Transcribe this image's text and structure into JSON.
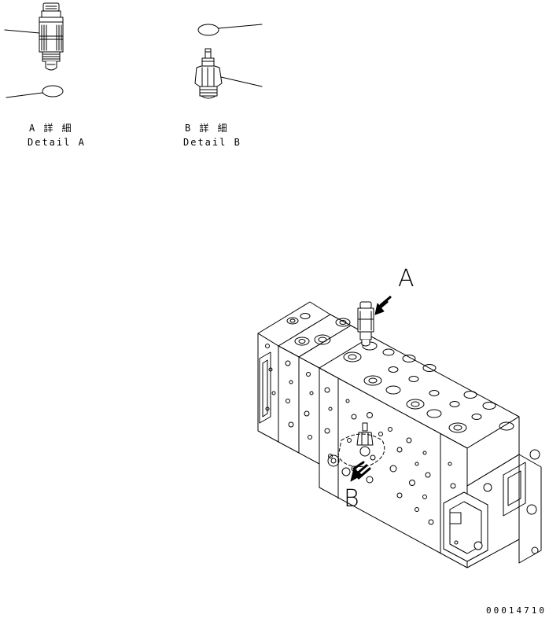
{
  "detail_a": {
    "title_jp": "A 詳 細",
    "title_en": "Detail A"
  },
  "detail_b": {
    "title_jp": "B 詳 細",
    "title_en": "Detail B"
  },
  "callouts": {
    "a": "A",
    "b": "B"
  },
  "drawing_number": "00014710"
}
